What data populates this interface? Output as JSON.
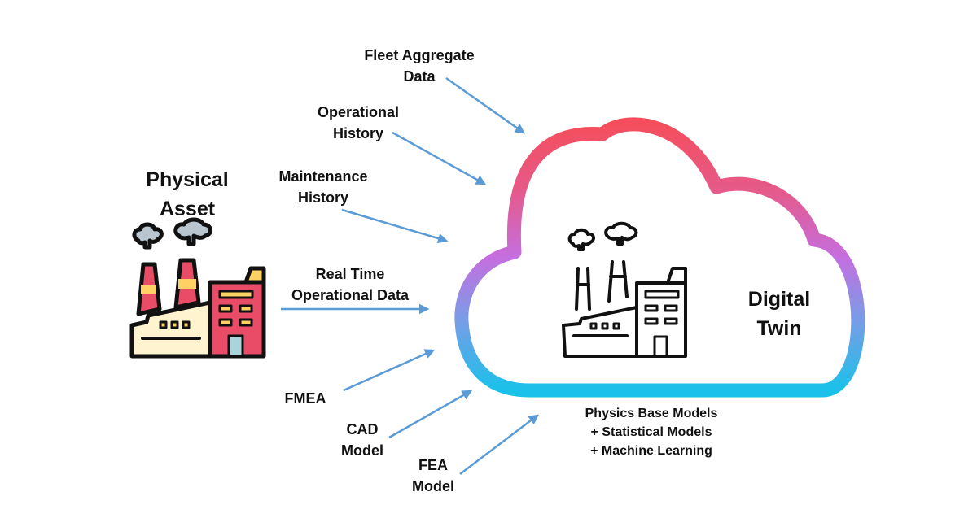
{
  "title": "Physical Asset to Digital Twin data flow",
  "physical_asset": {
    "label_line1": "Physical",
    "label_line2": "Asset",
    "icon": "factory-icon-colored"
  },
  "digital_twin": {
    "label_line1": "Digital",
    "label_line2": "Twin",
    "icon": "factory-icon-outline",
    "container_icon": "cloud-icon"
  },
  "inputs": [
    {
      "id": "fleet",
      "line1": "Fleet Aggregate",
      "line2": "Data"
    },
    {
      "id": "ophist",
      "line1": "Operational",
      "line2": "History"
    },
    {
      "id": "mainthist",
      "line1": "Maintenance",
      "line2": "History"
    },
    {
      "id": "realtime",
      "line1": "Real Time",
      "line2": "Operational Data"
    },
    {
      "id": "fmea",
      "line1": "FMEA",
      "line2": ""
    },
    {
      "id": "cad",
      "line1": "CAD",
      "line2": "Model"
    },
    {
      "id": "fea",
      "line1": "FEA",
      "line2": "Model"
    }
  ],
  "models": {
    "line1": "Physics Base Models",
    "line2": "+ Statistical Models",
    "line3": "+ Machine Learning"
  },
  "colors": {
    "arrow": "#5b9bd5",
    "cloud_top": "#f44e5c",
    "cloud_mid": "#c56ee0",
    "cloud_bottom": "#1ac1ea",
    "factory_red": "#e84c66",
    "factory_yellow": "#ffd063",
    "factory_cream": "#fff4cf",
    "smoke": "#b9c6cf",
    "door": "#a8d4dc"
  }
}
